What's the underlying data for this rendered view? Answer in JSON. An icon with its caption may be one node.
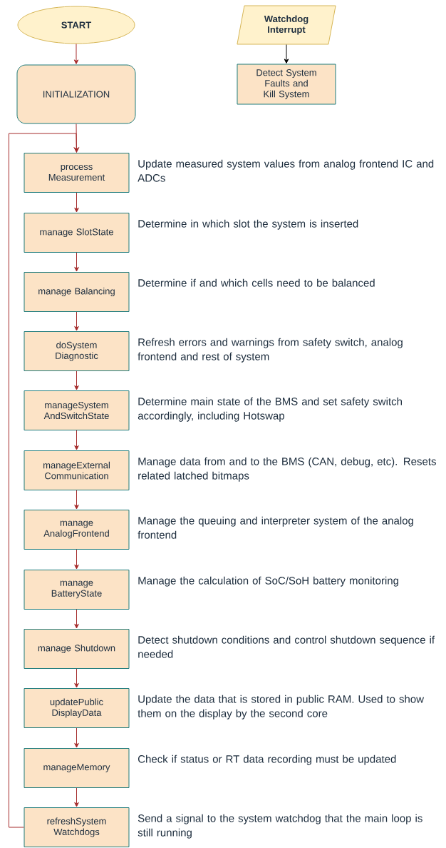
{
  "diagram": {
    "nodes": [
      {
        "text": [
          "START"
        ]
      },
      {
        "text": [
          "INITIALIZATION"
        ]
      },
      {
        "text": [
          "Watchdog Interrupt"
        ]
      },
      {
        "text": [
          "Detect System Faults and Kill System"
        ]
      },
      {
        "text": [
          "process Measurement"
        ],
        "beside": [
          "Update measured system values from analog frontend IC and ADCs"
        ]
      },
      {
        "text": [
          "manage SlotState"
        ],
        "beside": [
          "Determine in which slot the system is inserted"
        ]
      },
      {
        "text": [
          "manage Balancing"
        ],
        "beside": [
          "Determine if and which cells need to be balanced"
        ]
      },
      {
        "text": [
          "doSystem Diagnostic"
        ],
        "beside": [
          "Refresh errors and warnings from safety switch, analog frontend and rest of system"
        ]
      },
      {
        "text": [
          "manageSystem AndSwitchState"
        ],
        "beside": [
          "Determine main state of the BMS and set safety switch accordingly, including Hotswap"
        ]
      },
      {
        "text": [
          "manageExternal Communication"
        ],
        "beside": [
          "Manage data from and to the BMS (CAN, debug, etc). Resets related latched bitmaps"
        ]
      },
      {
        "text": [
          "manage AnalogFrontend"
        ],
        "beside": [
          "Manage the queuing and interpreter system of the analog frontend"
        ]
      },
      {
        "text": [
          "manage BatteryState"
        ],
        "beside": [
          "Manage the calculation of SoC/SoH battery monitoring"
        ]
      },
      {
        "text": [
          "manage Shutdown"
        ],
        "beside": [
          "Detect shutdown conditions and control shutdown sequence if needed"
        ]
      },
      {
        "text": [
          "updatePublic DisplayData"
        ],
        "beside": [
          "Update the data that is stored in public RAM. Used to show them on the display by the second core"
        ]
      },
      {
        "text": [
          "manageMemory"
        ],
        "beside": [
          "Check if status or RT data recording must be updated"
        ]
      },
      {
        "text": [
          "refreshSystem Watchdogs"
        ],
        "beside": [
          "Send a signal to the system watchdog that the main loop is still running"
        ]
      }
    ],
    "edges": [
      {
        "from": 0,
        "to": 1,
        "arrow": "to"
      },
      {
        "from": 1,
        "to": 4,
        "arrow": "to"
      },
      {
        "from": 4,
        "to": 5,
        "arrow": "to"
      },
      {
        "from": 5,
        "to": 6,
        "arrow": "to"
      },
      {
        "from": 6,
        "to": 7,
        "arrow": "to"
      },
      {
        "from": 7,
        "to": 8,
        "arrow": "to"
      },
      {
        "from": 8,
        "to": 9,
        "arrow": "to"
      },
      {
        "from": 9,
        "to": 10,
        "arrow": "to"
      },
      {
        "from": 10,
        "to": 11,
        "arrow": "to"
      },
      {
        "from": 11,
        "to": 12,
        "arrow": "to"
      },
      {
        "from": 12,
        "to": 13,
        "arrow": "to"
      },
      {
        "from": 13,
        "to": 14,
        "arrow": "to"
      },
      {
        "from": 14,
        "to": 15,
        "arrow": "to"
      },
      {
        "from": 15,
        "to": 4,
        "arrow": "to"
      },
      {
        "from": 2,
        "to": 3,
        "arrow": "to",
        "color": "#000000"
      }
    ]
  }
}
